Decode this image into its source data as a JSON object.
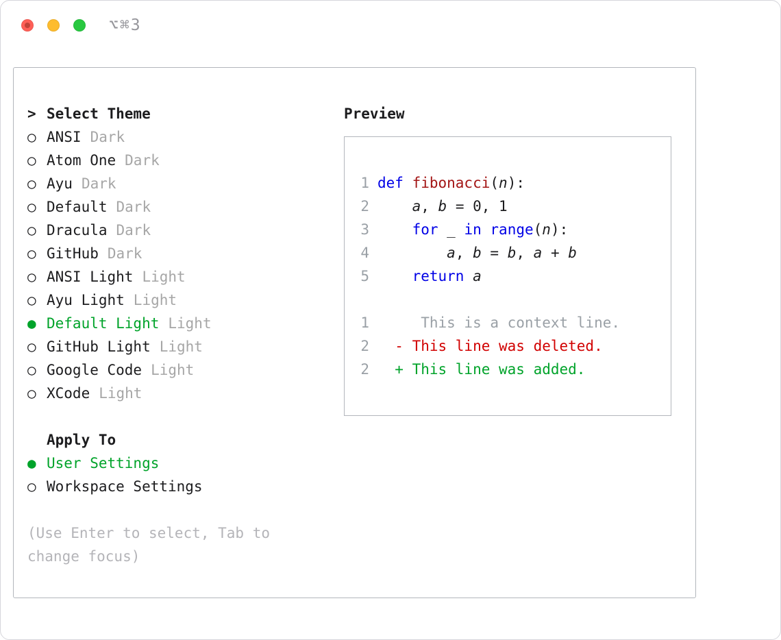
{
  "window": {
    "shortcut_label": "⌥⌘3"
  },
  "theme_panel": {
    "prompt": ">",
    "title": "Select Theme",
    "themes": [
      {
        "marker": "○",
        "name": "ANSI",
        "tag": "Dark",
        "selected": false
      },
      {
        "marker": "○",
        "name": "Atom One",
        "tag": "Dark",
        "selected": false
      },
      {
        "marker": "○",
        "name": "Ayu",
        "tag": "Dark",
        "selected": false
      },
      {
        "marker": "○",
        "name": "Default",
        "tag": "Dark",
        "selected": false
      },
      {
        "marker": "○",
        "name": "Dracula",
        "tag": "Dark",
        "selected": false
      },
      {
        "marker": "○",
        "name": "GitHub",
        "tag": "Dark",
        "selected": false
      },
      {
        "marker": "○",
        "name": "ANSI Light",
        "tag": "Light",
        "selected": false
      },
      {
        "marker": "○",
        "name": "Ayu Light",
        "tag": "Light",
        "selected": false
      },
      {
        "marker": "●",
        "name": "Default Light",
        "tag": "Light",
        "selected": true
      },
      {
        "marker": "○",
        "name": "GitHub Light",
        "tag": "Light",
        "selected": false
      },
      {
        "marker": "○",
        "name": "Google Code",
        "tag": "Light",
        "selected": false
      },
      {
        "marker": "○",
        "name": "XCode",
        "tag": "Light",
        "selected": false
      }
    ],
    "apply_to": {
      "title": "Apply To",
      "options": [
        {
          "marker": "●",
          "label": "User Settings",
          "selected": true
        },
        {
          "marker": "○",
          "label": "Workspace Settings",
          "selected": false
        }
      ]
    },
    "hint": "(Use Enter to select, Tab to change focus)"
  },
  "preview": {
    "title": "Preview",
    "code_lines": [
      {
        "num": "1",
        "tokens": [
          {
            "t": "def ",
            "c": "kw"
          },
          {
            "t": "fibonacci",
            "c": "fn"
          },
          {
            "t": "(",
            "c": "pl"
          },
          {
            "t": "n",
            "c": "var"
          },
          {
            "t": "):",
            "c": "pl"
          }
        ]
      },
      {
        "num": "2",
        "tokens": [
          {
            "t": "    ",
            "c": "pl"
          },
          {
            "t": "a",
            "c": "var"
          },
          {
            "t": ", ",
            "c": "pl"
          },
          {
            "t": "b",
            "c": "var"
          },
          {
            "t": " = ",
            "c": "pl"
          },
          {
            "t": "0, 1",
            "c": "pl"
          }
        ]
      },
      {
        "num": "3",
        "tokens": [
          {
            "t": "    ",
            "c": "pl"
          },
          {
            "t": "for",
            "c": "kw"
          },
          {
            "t": " _ ",
            "c": "pl"
          },
          {
            "t": "in",
            "c": "kw"
          },
          {
            "t": " ",
            "c": "pl"
          },
          {
            "t": "range",
            "c": "kw"
          },
          {
            "t": "(",
            "c": "pl"
          },
          {
            "t": "n",
            "c": "var"
          },
          {
            "t": "):",
            "c": "pl"
          }
        ]
      },
      {
        "num": "4",
        "tokens": [
          {
            "t": "        ",
            "c": "pl"
          },
          {
            "t": "a",
            "c": "var"
          },
          {
            "t": ", ",
            "c": "pl"
          },
          {
            "t": "b",
            "c": "var"
          },
          {
            "t": " = ",
            "c": "pl"
          },
          {
            "t": "b",
            "c": "var"
          },
          {
            "t": ", ",
            "c": "pl"
          },
          {
            "t": "a",
            "c": "var"
          },
          {
            "t": " + ",
            "c": "pl"
          },
          {
            "t": "b",
            "c": "var"
          }
        ]
      },
      {
        "num": "5",
        "tokens": [
          {
            "t": "    ",
            "c": "pl"
          },
          {
            "t": "return",
            "c": "kw"
          },
          {
            "t": " ",
            "c": "pl"
          },
          {
            "t": "a",
            "c": "var"
          }
        ]
      }
    ],
    "diff_lines": [
      {
        "num": "1",
        "text": "     This is a context line.",
        "cls": "ctx"
      },
      {
        "num": "2",
        "text": "  - This line was deleted.",
        "cls": "del"
      },
      {
        "num": "2",
        "text": "  + This line was added.",
        "cls": "add"
      }
    ]
  },
  "colors": {
    "accent_green": "#00a32a",
    "keyword_blue": "#0000e6",
    "function_red": "#a31515",
    "deleted_red": "#d10000",
    "added_green": "#00a32a",
    "muted_gray": "#a6a6a6",
    "traffic_red": "#ff5f57",
    "traffic_yellow": "#febc2e",
    "traffic_green": "#28c840"
  }
}
